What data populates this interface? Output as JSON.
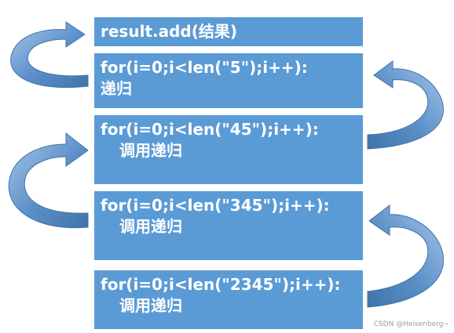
{
  "blocks": [
    {
      "line": "result.add(结果)"
    },
    {
      "line": "for(i=0;i<len(\"5\");i++):",
      "sub": "递归"
    },
    {
      "line": "for(i=0;i<len(\"45\");i++):",
      "sub": "调用递归"
    },
    {
      "line": "for(i=0;i<len(\"345\");i++):",
      "sub": "调用递归"
    },
    {
      "line": "for(i=0;i<len(\"2345\");i++):",
      "sub": "调用递归"
    }
  ],
  "watermark": "CSDN @Heisenberg~",
  "colors": {
    "box": "#5b9bd5",
    "arrow_light": "#8fb8e2",
    "arrow_dark": "#3f73a8",
    "text": "#ffffff"
  }
}
